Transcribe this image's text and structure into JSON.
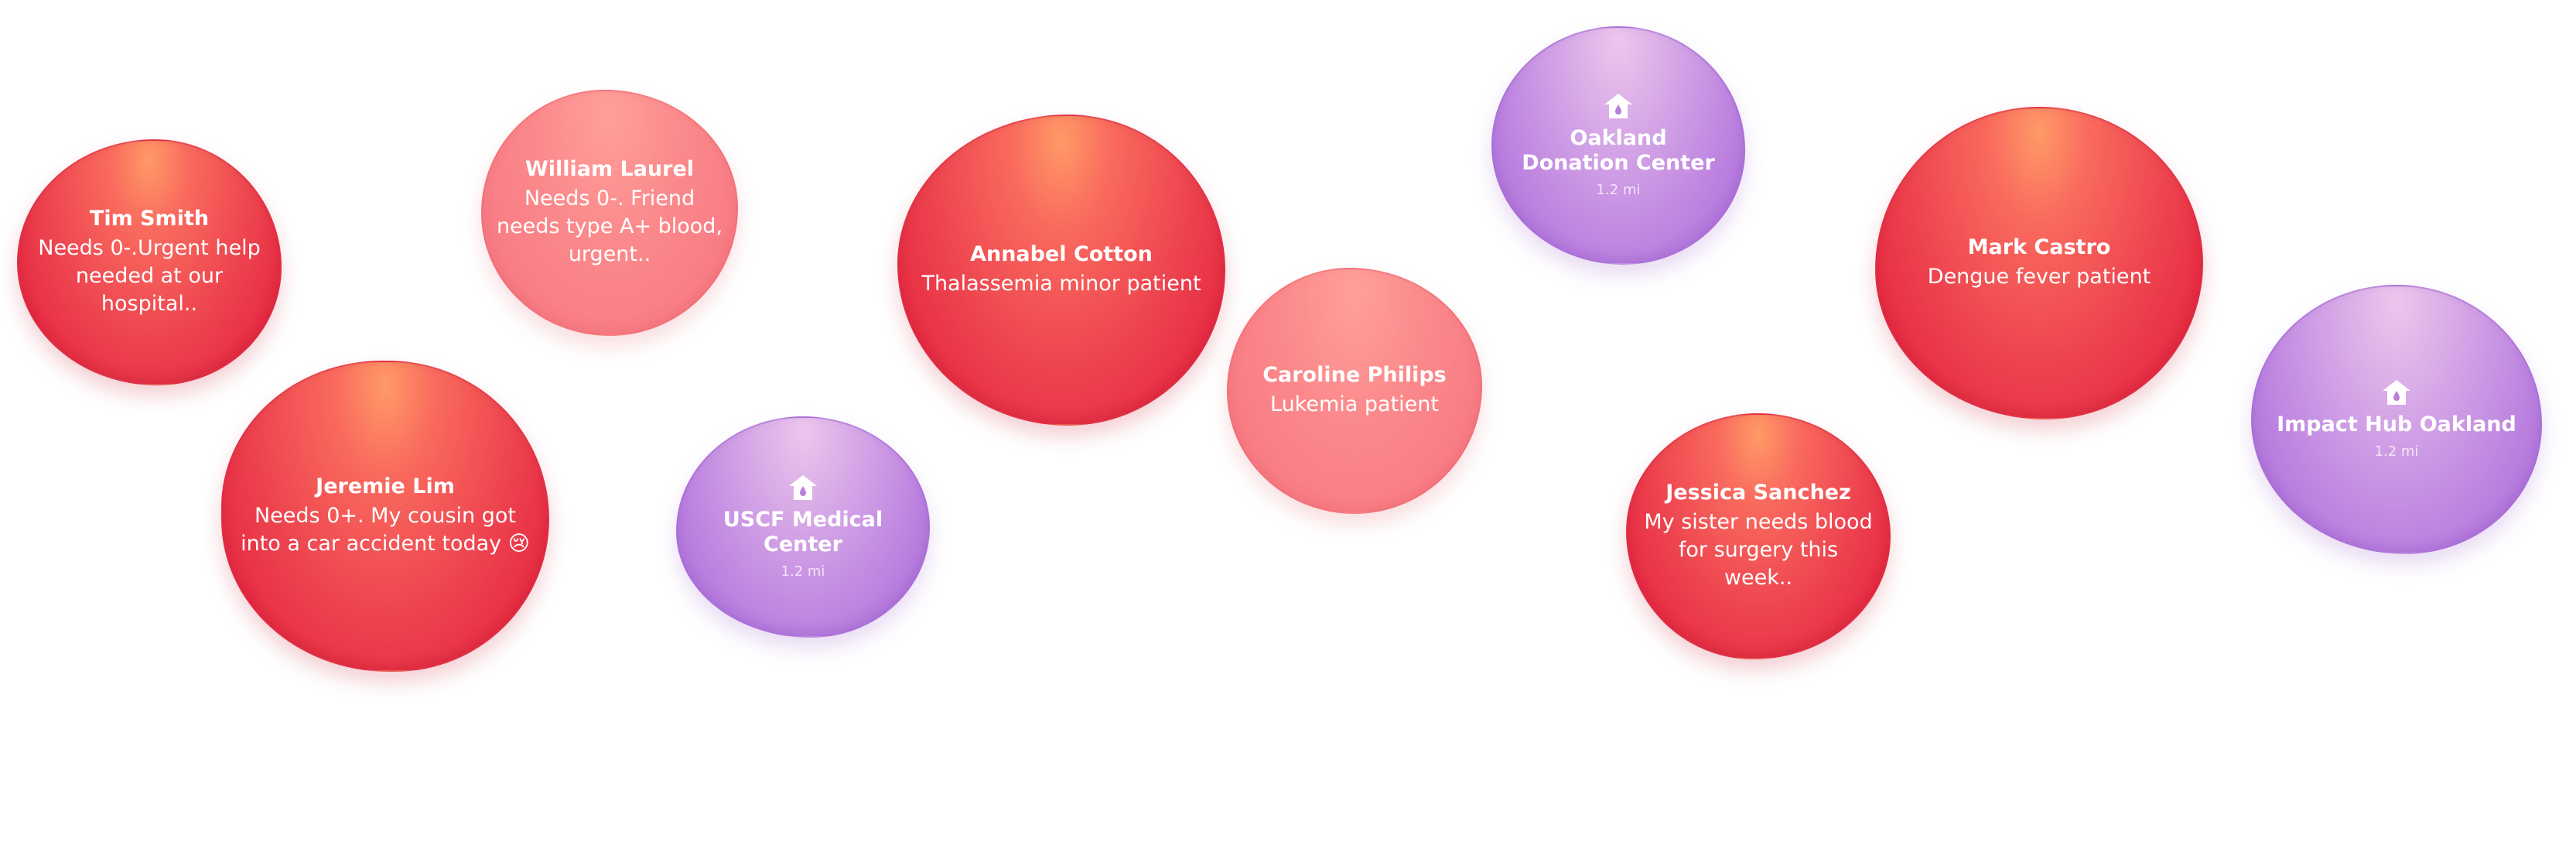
{
  "bubbles": {
    "tim_smith": {
      "name": "Tim Smith",
      "desc": "Needs 0-.Urgent help needed at our hospital.."
    },
    "jeremie_lim": {
      "name": "Jeremie Lim",
      "desc": "Needs 0+. My cousin got into a car accident today 😢"
    },
    "william_laurel": {
      "name": "William Laurel",
      "desc": "Needs 0-. Friend needs type A+ blood, urgent.."
    },
    "uscf": {
      "name": "USCF Medical Center",
      "dist": "1.2 mi",
      "icon": "blood-bank-icon"
    },
    "annabel_cotton": {
      "name": "Annabel Cotton",
      "desc": "Thalassemia minor patient"
    },
    "caroline_philips": {
      "name": "Caroline Philips",
      "desc": "Lukemia patient"
    },
    "oakland_donation": {
      "name": "Oakland Donation Center",
      "dist": "1.2 mi",
      "icon": "blood-bank-icon"
    },
    "jessica_sanchez": {
      "name": "Jessica Sanchez",
      "desc": "My sister needs blood for surgery this week.."
    },
    "mark_castro": {
      "name": "Mark Castro",
      "desc": "Dengue fever patient"
    },
    "impact_hub": {
      "name": "Impact Hub Oakland",
      "dist": "1.2 mi",
      "icon": "blood-bank-icon"
    }
  },
  "colors": {
    "urgent_request": "#e31a3a",
    "request": "#f67480",
    "donation_center": "#bc82e0",
    "background": "#ffffff"
  }
}
